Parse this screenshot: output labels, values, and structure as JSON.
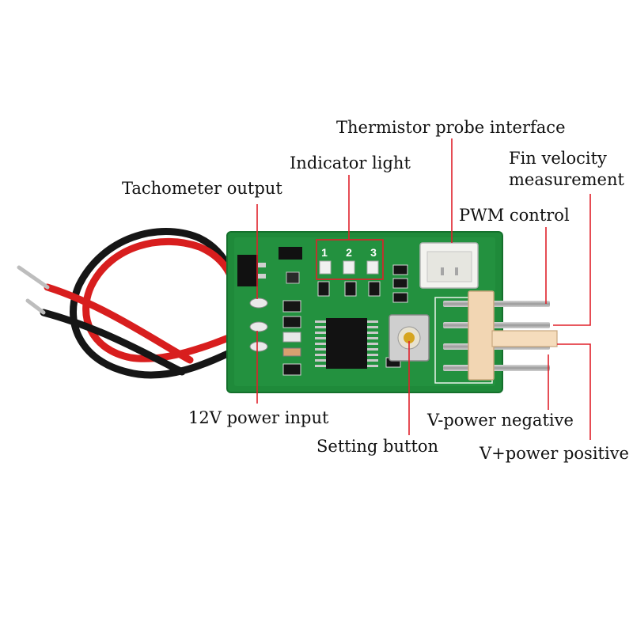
{
  "labels": {
    "thermistor": "Thermistor probe interface",
    "fin_line1": "Fin velocity",
    "fin_line2": "measurement",
    "indicator": "Indicator light",
    "tachometer": "Tachometer output",
    "pwm": "PWM control",
    "power_12v": "12V power input",
    "v_negative": "V-power negative",
    "setting": "Setting button",
    "v_positive": "V+power positive"
  },
  "board": {
    "led_numbers": [
      "1",
      "2",
      "3"
    ]
  },
  "colors": {
    "pcb_green": "#1f8a3a",
    "pcb_edge": "#15702c",
    "leader_red": "#e0202a",
    "wire_red": "#d81e1e",
    "wire_black": "#161616",
    "header_beige": "#f2d6b3",
    "socket_white": "#f3f3ef"
  }
}
